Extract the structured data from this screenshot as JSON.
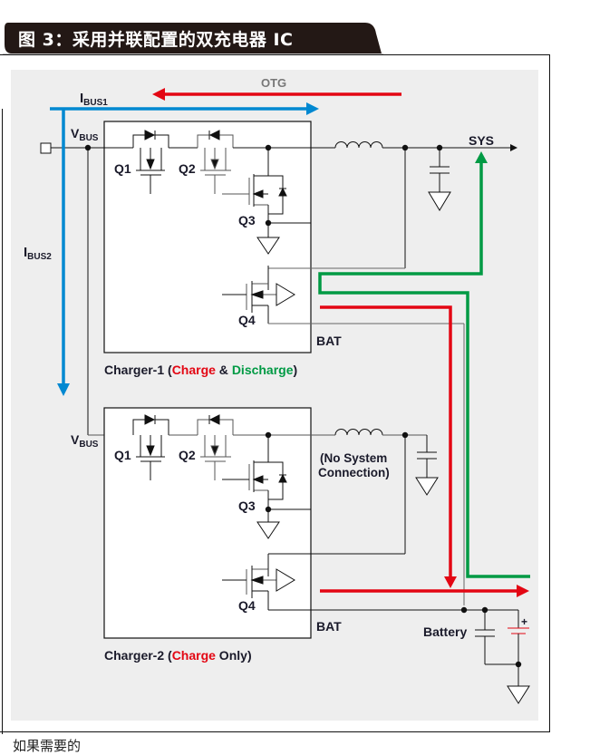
{
  "figure": {
    "title": "图 3：采用并联配置的双充电器 IC",
    "footer_partial_text": "如果需要的"
  },
  "colors": {
    "otg_arrow": "#e30613",
    "ibus_arrow": "#0088d1",
    "charge_path": "#e30613",
    "discharge_path": "#009a44",
    "panel_bg": "#eeeeee",
    "title_bg": "#231815"
  },
  "labels": {
    "otg": "OTG",
    "ibus1_main": "I",
    "ibus1_sub": "BUS1",
    "ibus2_main": "I",
    "ibus2_sub": "BUS2",
    "vbus_main": "V",
    "vbus_sub": "BUS",
    "sys": "SYS",
    "bat": "BAT",
    "battery": "Battery",
    "plus": "+",
    "no_system_line1": "(No System",
    "no_system_line2": "Connection)"
  },
  "charger1": {
    "name": "Charger-1 (",
    "mode_charge": "Charge",
    "amp": " & ",
    "mode_discharge": "Discharge",
    "close": ")",
    "transistors": [
      "Q1",
      "Q2",
      "Q3",
      "Q4"
    ]
  },
  "charger2": {
    "name": "Charger-2 (",
    "mode_charge": "Charge",
    "mode_only": " Only",
    "close": ")",
    "transistors": [
      "Q1",
      "Q2",
      "Q3",
      "Q4"
    ]
  }
}
